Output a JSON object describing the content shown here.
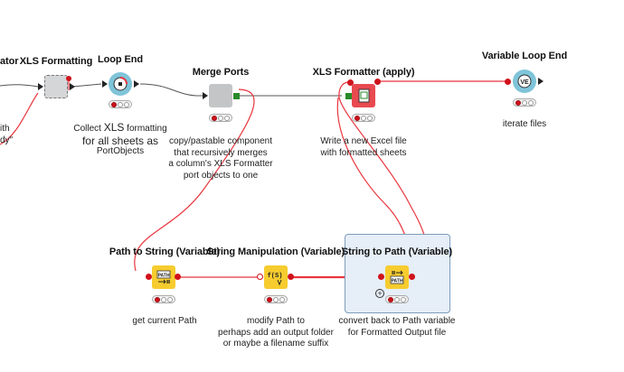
{
  "colors": {
    "flow_variable_wire": "#e8353d",
    "data_wire": "#555555",
    "node_red": "#e84a50",
    "node_blue": "#7fc4d9",
    "node_yellow": "#f6cc2f",
    "node_grey": "#c3c5c7",
    "selection": "#e6eef7"
  },
  "nodes": {
    "partial_left": {
      "title": "ator",
      "desc_line1": "ith",
      "desc_line2": "dy\""
    },
    "xls_formatting": {
      "title": "XLS Formatting"
    },
    "loop_end": {
      "title": "Loop End",
      "desc_line1_pre": "Collect ",
      "desc_line1_big": "XLS",
      "desc_line1_post": " formatting",
      "desc_line2_big": "for all sheets as",
      "desc_line3": "PortObjects"
    },
    "merge_ports": {
      "title": "Merge Ports",
      "desc_lines": [
        "copy/pastable component",
        "that recursively merges",
        "a column's XLS Formatter",
        "port objects to one"
      ]
    },
    "xls_formatter_apply": {
      "title": "XLS Formatter (apply)",
      "desc_lines": [
        "Write a new Excel file",
        "with formatted sheets"
      ]
    },
    "variable_loop_end": {
      "title": "Variable Loop End",
      "desc_lines": [
        "iterate files"
      ],
      "icon_text": "VE"
    },
    "path_to_string": {
      "title": "Path to String (Variable)",
      "desc_lines": [
        "get current Path"
      ],
      "icon_text": "PATH"
    },
    "string_manipulation": {
      "title": "String Manipulation (Variable)",
      "desc_lines": [
        "modify Path to",
        "perhaps add an output folder",
        "or maybe a filename suffix"
      ],
      "icon_text": "f(S)"
    },
    "string_to_path": {
      "title": "String to Path (Variable)",
      "desc_lines": [
        "convert back to Path variable",
        "for Formatted Output file"
      ],
      "icon_text": "PATH"
    }
  }
}
